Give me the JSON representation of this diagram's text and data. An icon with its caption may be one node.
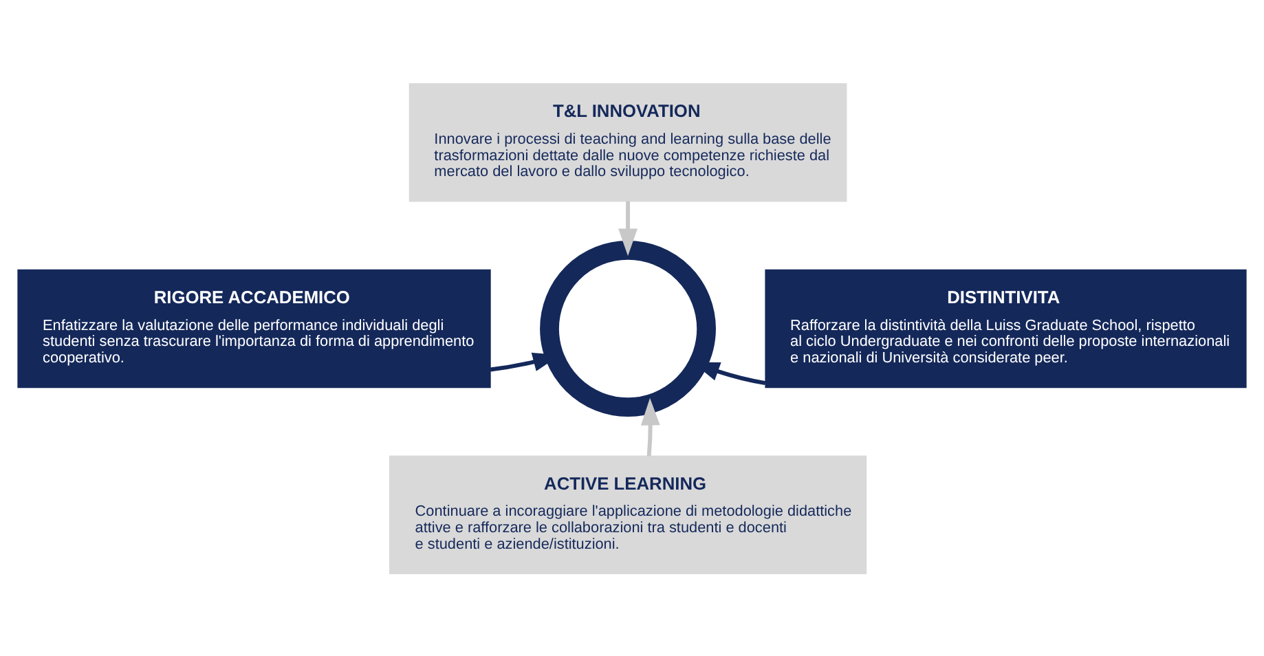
{
  "diagram": {
    "nodes": [
      {
        "text": [
          "T&L INNOVATION",
          "Innovare i processi di teaching and learning sulla base delle trasformazioni dettate dalle nuove competenze richieste dal mercato del lavoro e dallo sviluppo tecnologico."
        ]
      },
      {
        "text": [
          "RIGORE ACCADEMICO",
          "Enfatizzare la valutazione delle performance individuali degli studenti senza trascurare l'importanza di forma di apprendimento cooperativo."
        ]
      },
      {
        "text": [],
        "shape": "circle"
      },
      {
        "text": [
          "DISTINTIVITA",
          "Rafforzare la distintività della Luiss Graduate School, rispetto al ciclo Undergraduate e nei confronti delle proposte internazionali e nazionali di Università considerate peer."
        ]
      },
      {
        "text": [
          "ACTIVE LEARNING",
          "Continuare a incoraggiare l'applicazione di metodologie didattiche attive e rafforzare le collaborazioni tra studenti e docenti e studenti e aziende/istituzioni."
        ]
      }
    ],
    "edges": [
      {
        "from": 0,
        "to": 2,
        "arrow": "to",
        "color": "#c8c8c8"
      },
      {
        "from": 1,
        "to": 2,
        "arrow": "to",
        "color": "#14285a"
      },
      {
        "from": 3,
        "to": 2,
        "arrow": "to",
        "color": "#14285a"
      },
      {
        "from": 4,
        "to": 2,
        "arrow": "to",
        "color": "#c8c8c8"
      }
    ]
  }
}
